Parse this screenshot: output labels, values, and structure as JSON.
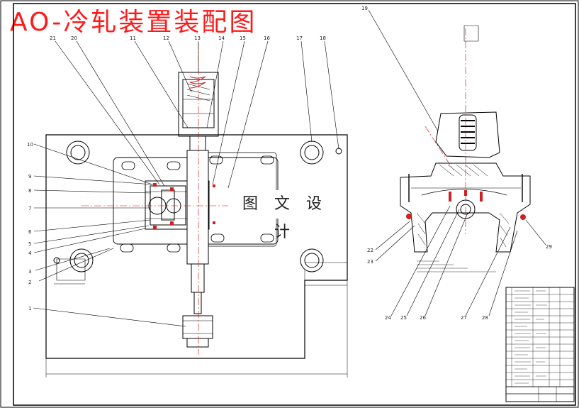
{
  "title": "AO-冷轧装置装配图",
  "watermark": "图 文 设 计",
  "colors": {
    "title": "#ff1a1a",
    "outline": "#000000",
    "center_line": "#e00000",
    "ink": "#1a1a1a",
    "bolt": "#d02020"
  },
  "callouts": [
    "1",
    "2",
    "3",
    "4",
    "5",
    "6",
    "7",
    "8",
    "9",
    "10",
    "11",
    "12",
    "13",
    "14",
    "15",
    "16",
    "17",
    "18",
    "19",
    "20",
    "21",
    "22",
    "23",
    "24",
    "25",
    "26",
    "27",
    "28",
    "29"
  ]
}
